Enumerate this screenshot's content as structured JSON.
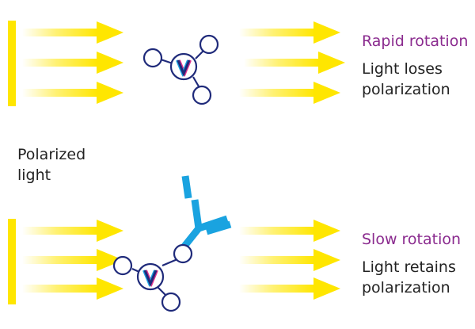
{
  "top": {
    "heading": "Rapid rotation",
    "line1": "Light loses",
    "line2": "polarization"
  },
  "middle": {
    "line1": "Polarized",
    "line2": "light"
  },
  "bottom": {
    "heading": "Slow rotation",
    "line1": "Light retains",
    "line2": "polarization"
  },
  "molecule_label": "V",
  "colors": {
    "light_yellow": "#ffe600",
    "molecule_navy": "#1f2a7a",
    "antibody_blue": "#1aa3e0",
    "text_purple": "#8a2a8e",
    "text_dark": "#222222"
  }
}
